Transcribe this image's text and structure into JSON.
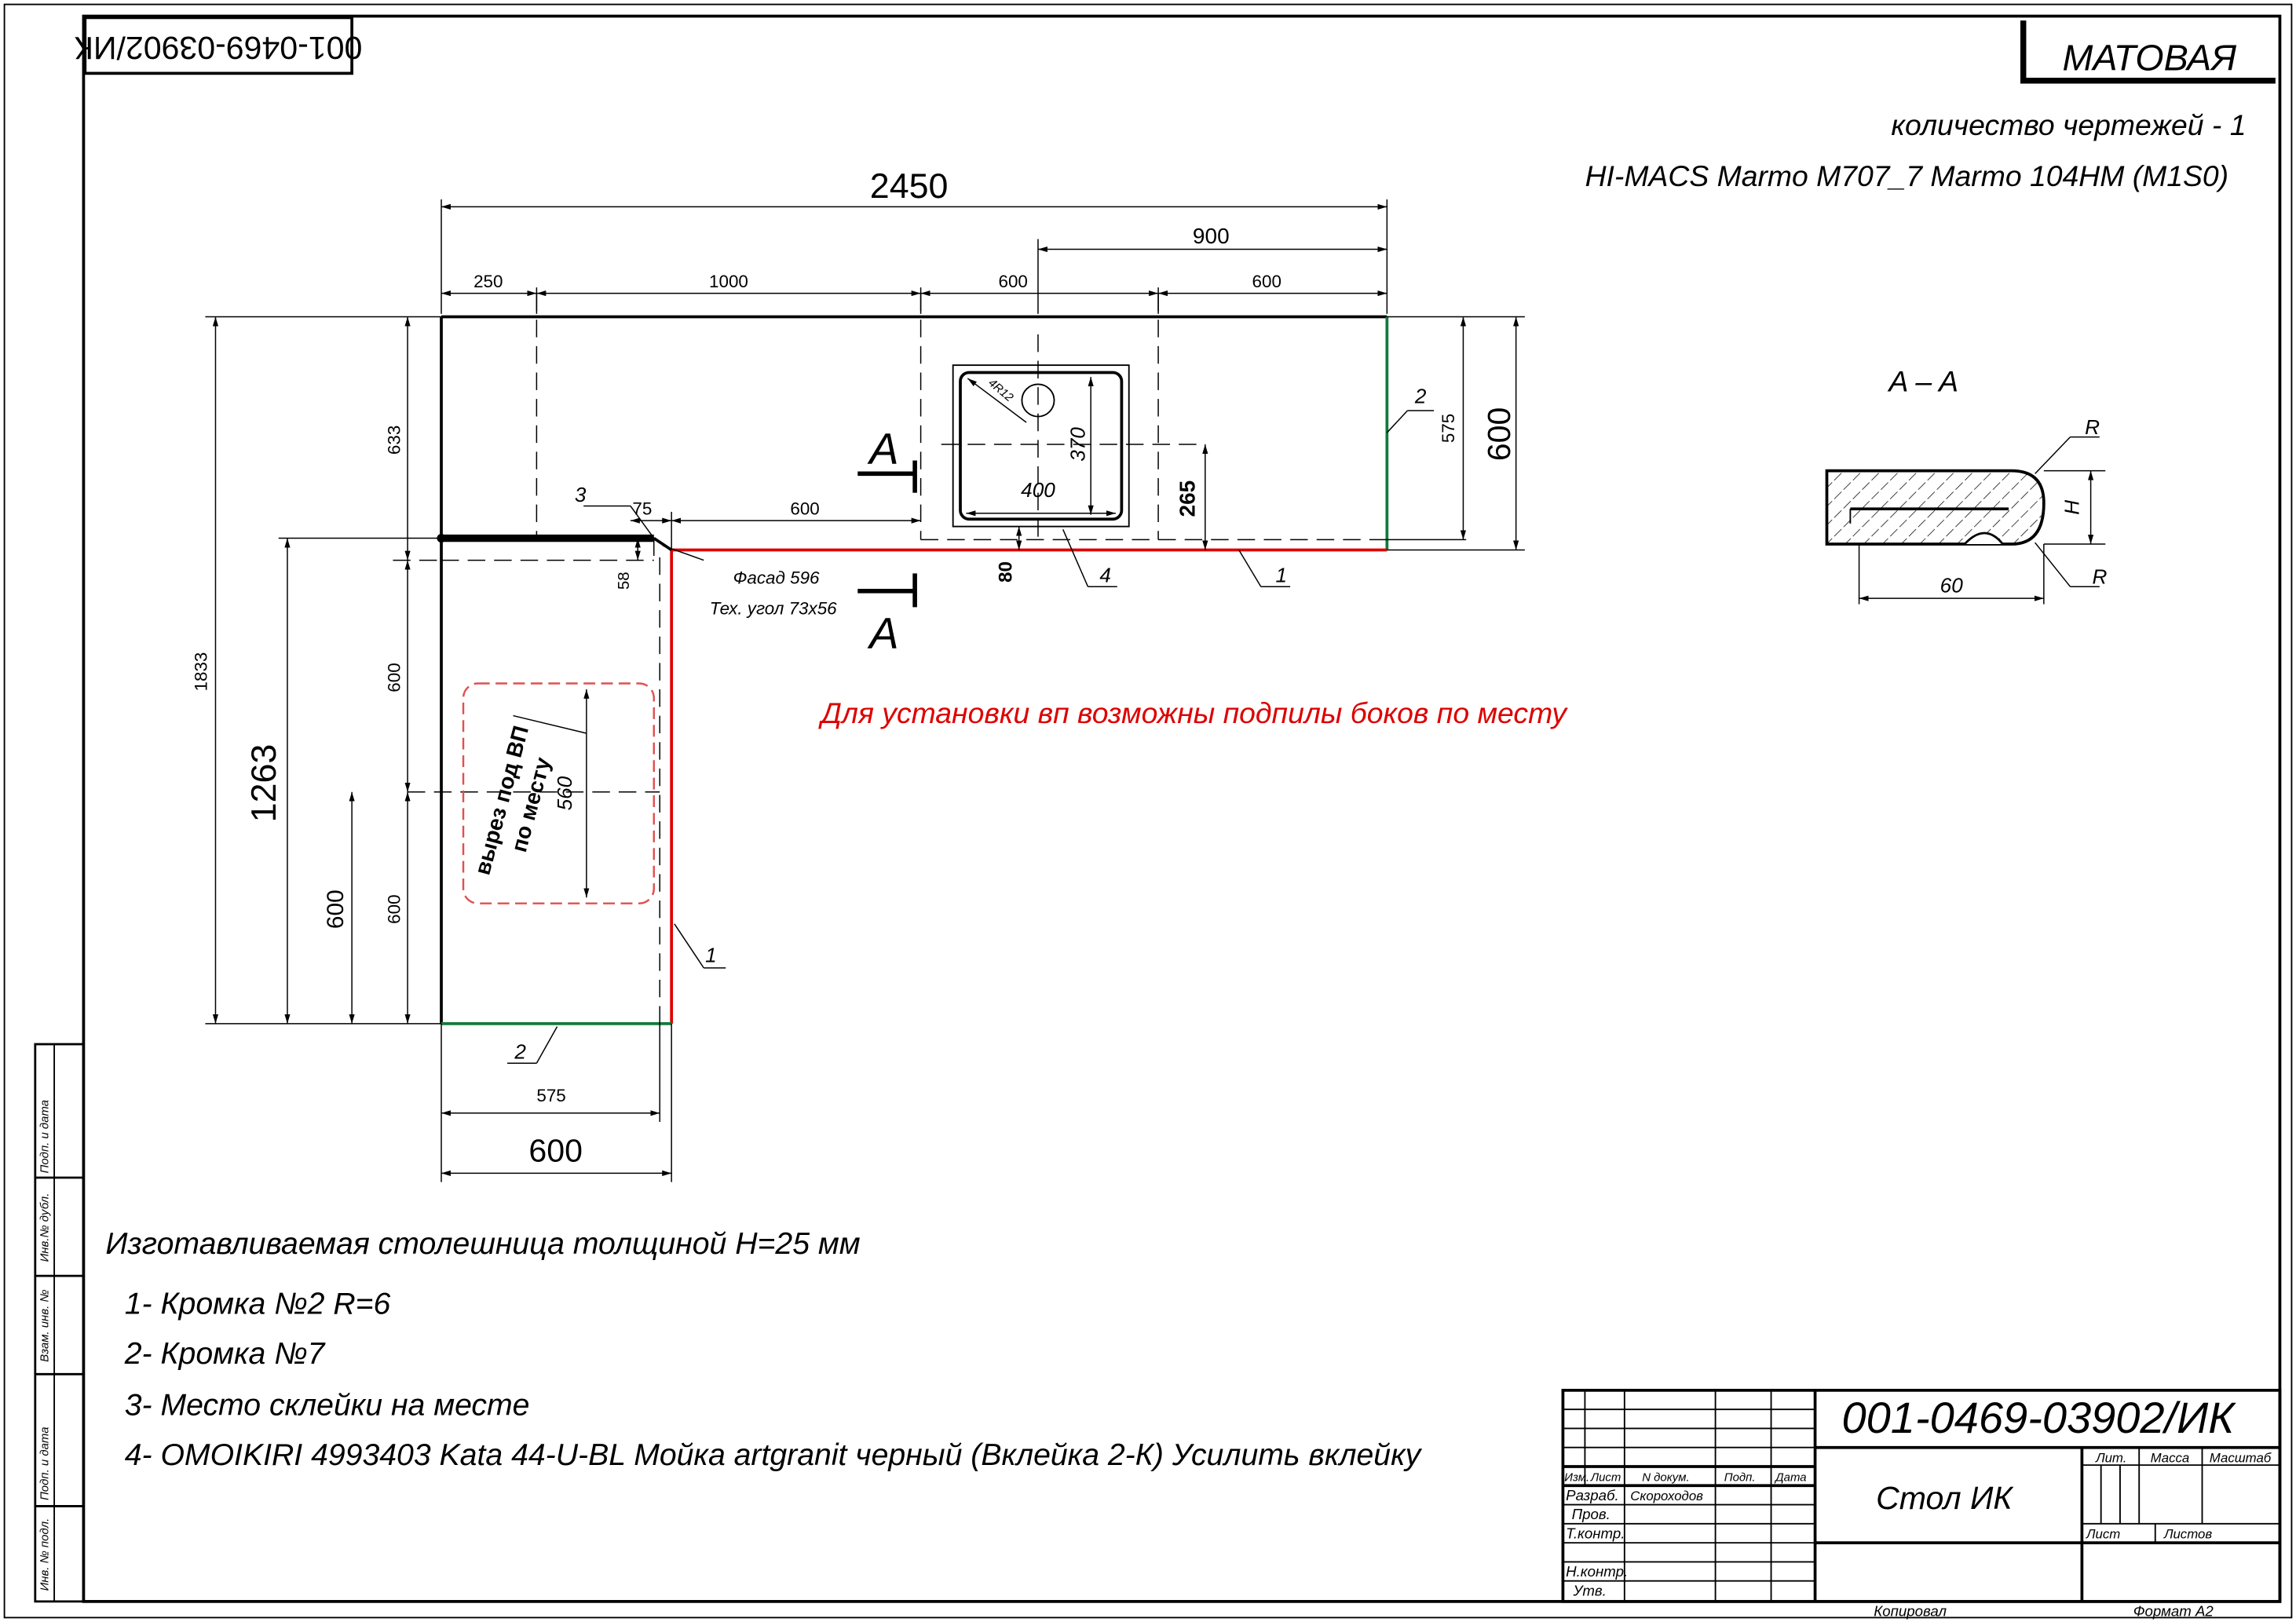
{
  "sheet": {
    "code_rotated": "001-0469-03902/ИК",
    "finish_label": "МАТОВАЯ",
    "drawings_count": "количество чертежей - 1",
    "material": "HI-MACS Marmo M707_7 Marmo 104HM (M1S0)",
    "red_note": "Для установки  вп возможны подпилы боков по месту",
    "thickness_note": "Изготавливаемая столешница толщиной H=25 мм",
    "legend": [
      "1- Кромка №2 R=6",
      "2- Кромка №7",
      "3- Место склейки на месте",
      "4- OMOIKIRI 4993403 Kata 44-U-BL Мойка artgranit черный  (Вклейка 2-К) Усилить вклейку"
    ]
  },
  "dimensions": {
    "total_length": "2450",
    "d900": "900",
    "d250": "250",
    "d1000": "1000",
    "d600a": "600",
    "d600b": "600",
    "d633": "633",
    "d575r": "575",
    "d600r": "600",
    "d75": "75",
    "d600m": "600",
    "d265": "265",
    "d80": "80",
    "d58": "58",
    "d1833": "1833",
    "d1263": "1263",
    "d600v1": "600",
    "d600v2": "600",
    "d600bl": "600",
    "d575b": "575",
    "d600b_big": "600",
    "sink_w": "400",
    "sink_h": "370",
    "sink_r": "4R12",
    "cut_h": "560"
  },
  "annotations": {
    "facade": "Фасад 596",
    "tech_corner": "Тех. угол 73х56",
    "cutout_1": "вырез под ВП",
    "cutout_2": "по месту",
    "section_mark": "A",
    "callout_1": "1",
    "callout_2": "2",
    "callout_3": "3",
    "callout_4": "4"
  },
  "section": {
    "title": "A – A",
    "r_label": "R",
    "h_label": "H",
    "width": "60"
  },
  "side_stamp": [
    "Подп. и дата",
    "Инв.№ дубл.",
    "Взам. инв. №",
    "Подп. и дата",
    "Инв. № подл."
  ],
  "title_block": {
    "doc_code": "001-0469-03902/ИК",
    "product": "Стол ИК",
    "headers": {
      "izm": "Изм.",
      "list": "Лист",
      "ndoc": "N докум.",
      "podp": "Подп.",
      "data": "Дата"
    },
    "roles": [
      "Разраб.",
      "Пров.",
      "Т.контр.",
      "",
      "Н.контр.",
      "Утв."
    ],
    "developer": "Скороходов",
    "lit": "Лит.",
    "mass": "Масса",
    "scale": "Масштаб",
    "sheet": "Лист",
    "sheets": "Листов",
    "copied": "Копировал",
    "format": "Формат А2"
  },
  "colors": {
    "edge_red": "#dd0000",
    "edge_green": "#117a3a",
    "cutout_red": "#e05050"
  }
}
